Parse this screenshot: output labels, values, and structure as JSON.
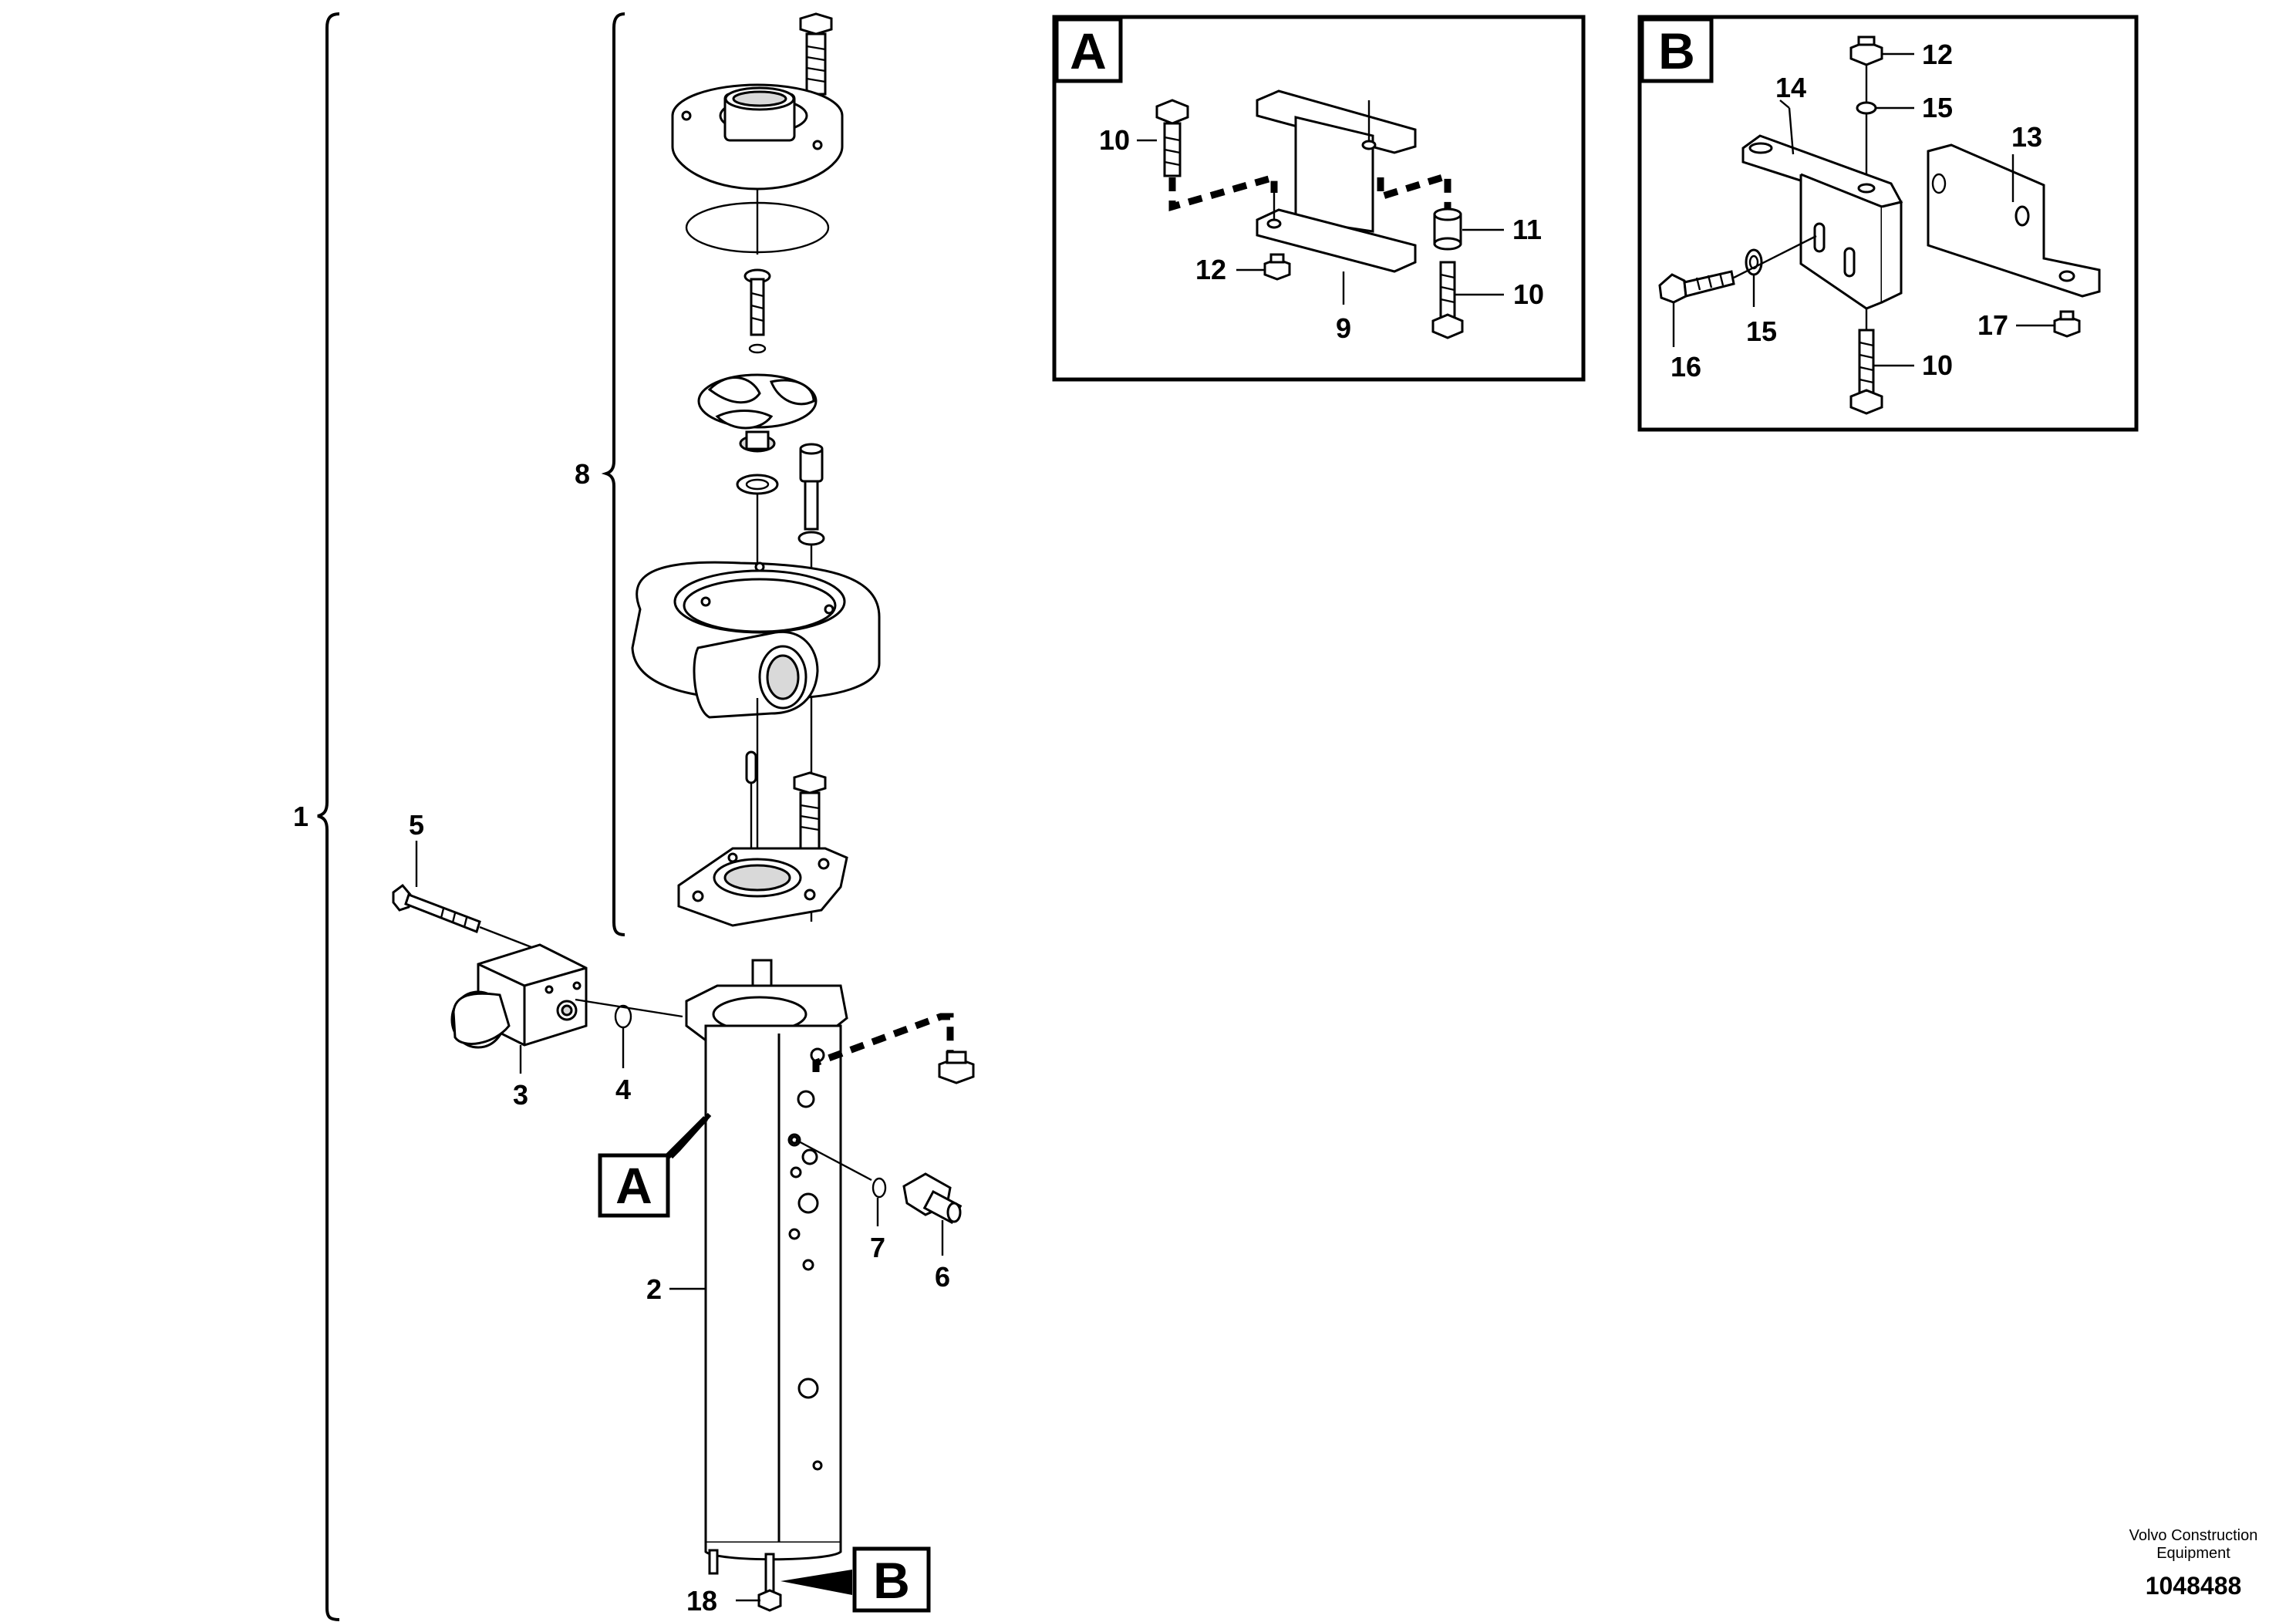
{
  "callouts": {
    "c1": "1",
    "c2": "2",
    "c3": "3",
    "c4": "4",
    "c5": "5",
    "c6": "6",
    "c7": "7",
    "c8": "8",
    "c18": "18",
    "a9": "9",
    "a10a": "10",
    "a10b": "10",
    "a11": "11",
    "a12": "12",
    "b10": "10",
    "b12": "12",
    "b13": "13",
    "b14": "14",
    "b15a": "15",
    "b15b": "15",
    "b16": "16",
    "b17": "17"
  },
  "detail_boxes": {
    "a_label": "A",
    "b_label": "B"
  },
  "refs": {
    "a_ref": "A",
    "b_ref": "B"
  },
  "credit": {
    "line1": "Volvo Construction",
    "line2": "Equipment",
    "doc_number": "1048488"
  }
}
